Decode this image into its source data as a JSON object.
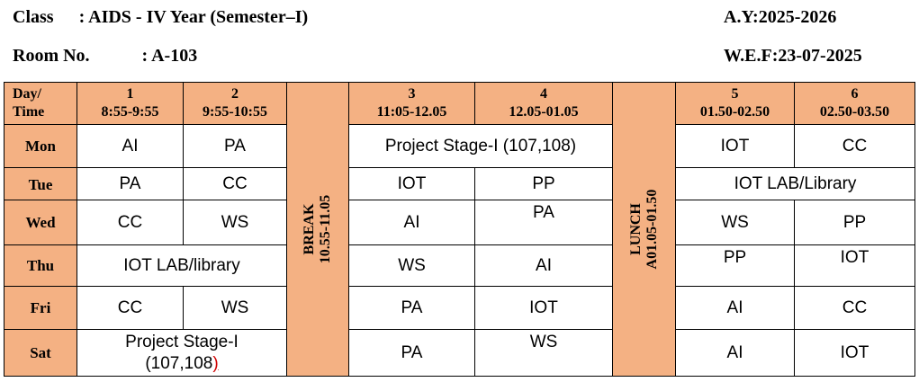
{
  "header": {
    "class_label": "Class",
    "class_value": ": AIDS - IV Year (Semester–I)",
    "room_label": "Room No.",
    "room_value": ":  A-103",
    "academic_year": "A.Y:2025-2026",
    "wef": "W.E.F:23-07-2025"
  },
  "table": {
    "corner": [
      "Day/",
      "Time"
    ],
    "periods": [
      {
        "num": "1",
        "time": "8:55-9:55"
      },
      {
        "num": "2",
        "time": "9:55-10:55"
      },
      {
        "num": "3",
        "time": "11:05-12.05"
      },
      {
        "num": "4",
        "time": "12.05-01.05"
      },
      {
        "num": "5",
        "time": "01.50-02.50"
      },
      {
        "num": "6",
        "time": "02.50-03.50"
      }
    ],
    "break": {
      "title": "BREAK",
      "time": "10.55-11.05"
    },
    "lunch": {
      "title": "LUNCH",
      "time": "A01.05-01.50"
    },
    "days": {
      "mon": {
        "label": "Mon",
        "p1": "AI",
        "p2": "PA",
        "p34": "Project Stage-I (107,108)",
        "p5": "IOT",
        "p6": "CC"
      },
      "tue": {
        "label": "Tue",
        "p1": "PA",
        "p2": "CC",
        "p3": "IOT",
        "p4": "PP",
        "p56": "IOT LAB/Library"
      },
      "wed": {
        "label": "Wed",
        "p1": "CC",
        "p2": "WS",
        "p3": "AI",
        "p4": "PA",
        "p5": "WS",
        "p6": "PP"
      },
      "thu": {
        "label": "Thu",
        "p12": "IOT LAB/library",
        "p3": "WS",
        "p4": "AI",
        "p5": "PP",
        "p6": "IOT"
      },
      "fri": {
        "label": "Fri",
        "p1": "CC",
        "p2": "WS",
        "p3": "PA",
        "p4": "IOT",
        "p5": "AI",
        "p6": "CC"
      },
      "sat": {
        "label": "Sat",
        "p12_line1": "Project Stage-I",
        "p12_line2": "(107,108",
        "p12_paren": ")",
        "p3": "PA",
        "p4": "WS",
        "p5": "AI",
        "p6": "IOT"
      }
    }
  }
}
